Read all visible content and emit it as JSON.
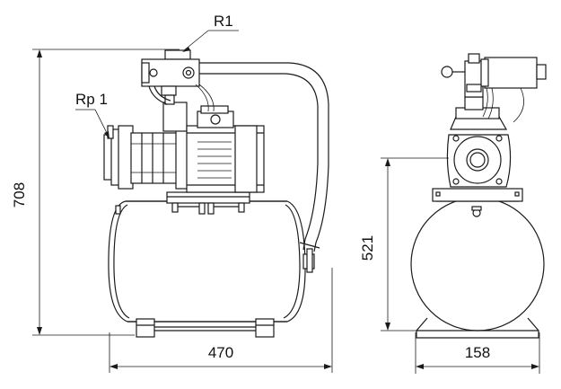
{
  "labels": {
    "connection_r": "R1",
    "connection_rp": "Rp 1"
  },
  "dimensions": {
    "total_height": "708",
    "total_length": "470",
    "outlet_height": "521",
    "base_width": "158"
  }
}
